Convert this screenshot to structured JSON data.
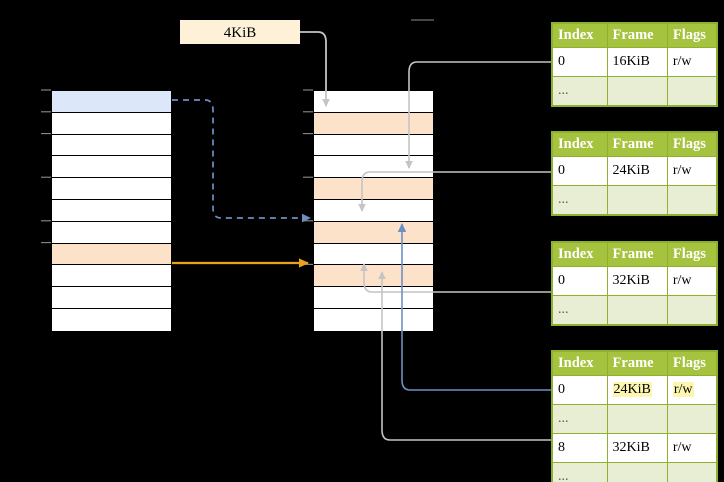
{
  "diagram": {
    "title": "multi-level page table address translation",
    "page_size_label": "4KiB",
    "colors": {
      "header_green": "#A6C33F",
      "alt_row_green": "#E8EED3",
      "highlight_yellow": "#FCF6B0",
      "peach": "#FDE2CA",
      "blue": "#DCE8F9",
      "label_cream": "#FDF1D7",
      "orange_arrow": "#E8A317",
      "blue_arrow": "#6E8FC4",
      "gray_arrow": "#C8C8C8"
    }
  },
  "virtual_column": {
    "name": "virtual-address-space",
    "row_count": 11,
    "rows": [
      {
        "fill": "blue"
      },
      {
        "fill": "white"
      },
      {
        "fill": "white"
      },
      {
        "fill": "white"
      },
      {
        "fill": "white"
      },
      {
        "fill": "white"
      },
      {
        "fill": "white"
      },
      {
        "fill": "peach"
      },
      {
        "fill": "white"
      },
      {
        "fill": "white"
      },
      {
        "fill": "white"
      }
    ]
  },
  "physical_column": {
    "name": "physical-memory",
    "row_count": 11,
    "rows": [
      {
        "fill": "white"
      },
      {
        "fill": "peach"
      },
      {
        "fill": "white"
      },
      {
        "fill": "white"
      },
      {
        "fill": "peach"
      },
      {
        "fill": "white"
      },
      {
        "fill": "peach"
      },
      {
        "fill": "white"
      },
      {
        "fill": "peach"
      },
      {
        "fill": "white"
      },
      {
        "fill": "white"
      }
    ]
  },
  "page_tables": [
    {
      "name": "page-table-1",
      "columns": [
        "Index",
        "Frame",
        "Flags"
      ],
      "rows": [
        {
          "index": "0",
          "frame": "16KiB",
          "flags": "r/w",
          "alt": false,
          "highlight": false
        },
        {
          "index": "...",
          "frame": "",
          "flags": "",
          "alt": true,
          "highlight": false
        }
      ]
    },
    {
      "name": "page-table-2",
      "columns": [
        "Index",
        "Frame",
        "Flags"
      ],
      "rows": [
        {
          "index": "0",
          "frame": "24KiB",
          "flags": "r/w",
          "alt": false,
          "highlight": false
        },
        {
          "index": "...",
          "frame": "",
          "flags": "",
          "alt": true,
          "highlight": false
        }
      ]
    },
    {
      "name": "page-table-3",
      "columns": [
        "Index",
        "Frame",
        "Flags"
      ],
      "rows": [
        {
          "index": "0",
          "frame": "32KiB",
          "flags": "r/w",
          "alt": false,
          "highlight": false
        },
        {
          "index": "...",
          "frame": "",
          "flags": "",
          "alt": true,
          "highlight": false
        }
      ]
    },
    {
      "name": "page-table-4",
      "columns": [
        "Index",
        "Frame",
        "Flags"
      ],
      "rows": [
        {
          "index": "0",
          "frame": "24KiB",
          "flags": "r/w",
          "alt": false,
          "highlight": true
        },
        {
          "index": "...",
          "frame": "",
          "flags": "",
          "alt": true,
          "highlight": false
        },
        {
          "index": "8",
          "frame": "32KiB",
          "flags": "r/w",
          "alt": false,
          "highlight": false
        },
        {
          "index": "...",
          "frame": "",
          "flags": "",
          "alt": true,
          "highlight": false
        }
      ]
    }
  ]
}
